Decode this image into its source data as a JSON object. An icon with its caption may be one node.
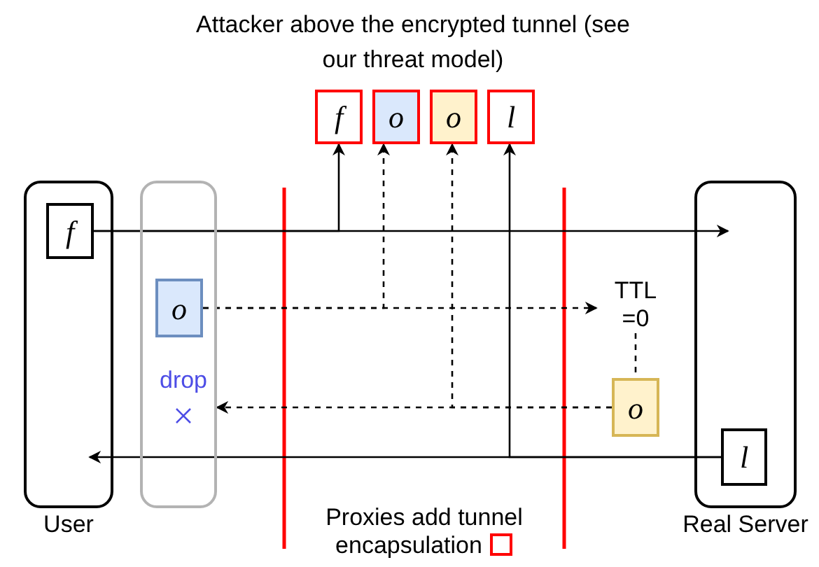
{
  "diagram": {
    "title": "Attacker above the encrypted tunnel (see our threat model)",
    "nodes": [
      {
        "text": [
          "User"
        ]
      },
      {
        "text": [
          "f"
        ],
        "in": 0
      },
      {
        "text": [],
        "shape": "box"
      },
      {
        "text": [
          "o"
        ],
        "in": 2
      },
      {
        "text": [
          "drop"
        ],
        "in": 2
      },
      {
        "text": [
          "Real Server"
        ]
      },
      {
        "text": [
          "l"
        ],
        "in": 5
      },
      {
        "text": [
          "TTL =0"
        ]
      },
      {
        "text": [
          "o"
        ]
      },
      {
        "text": [
          "f"
        ]
      },
      {
        "text": [
          "o"
        ]
      },
      {
        "text": [
          "o"
        ]
      },
      {
        "text": [
          "l"
        ]
      }
    ],
    "edges": [
      {
        "from": 1,
        "to": 5,
        "arrow": "to"
      },
      {
        "from": 1,
        "to": 9,
        "arrow": "to"
      },
      {
        "from": 3,
        "to": 7,
        "arrow": "to",
        "style": "dashed"
      },
      {
        "from": 3,
        "to": 10,
        "arrow": "to",
        "style": "dashed"
      },
      {
        "from": 8,
        "to": 4,
        "arrow": "to",
        "style": "dashed"
      },
      {
        "from": 8,
        "to": 11,
        "arrow": "to",
        "style": "dashed"
      },
      {
        "from": 6,
        "to": 0,
        "arrow": "to"
      },
      {
        "from": 6,
        "to": 12,
        "arrow": "to"
      },
      {
        "from": 7,
        "to": 8,
        "arrow": "none",
        "style": "dashed"
      }
    ],
    "legend": [
      {
        "text": "Proxies add tunnel encapsulation"
      }
    ]
  }
}
